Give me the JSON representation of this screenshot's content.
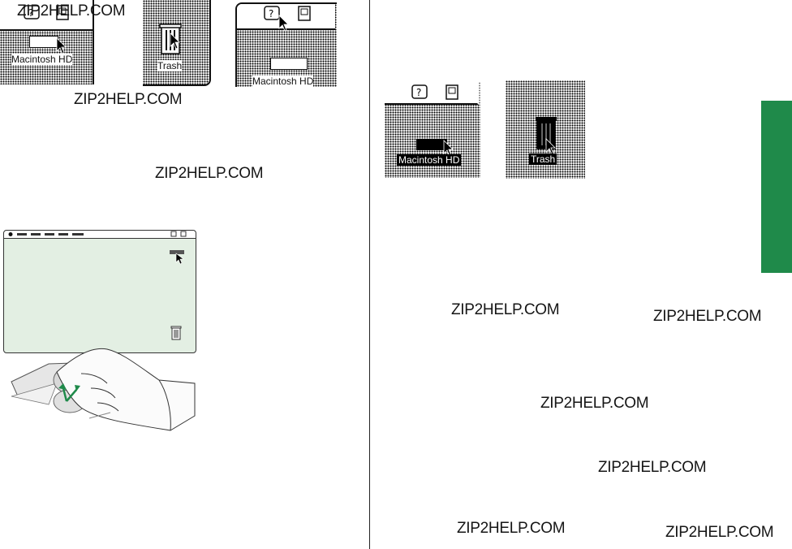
{
  "watermarks": [
    "ZIP2HELP.COM",
    "ZIP2HELP.COM",
    "ZIP2HELP.COM",
    "ZIP2HELP.COM",
    "ZIP2HELP.COM",
    "ZIP2HELP.COM",
    "ZIP2HELP.COM",
    "ZIP2HELP.COM",
    "ZIP2HELP.COM"
  ],
  "panels": {
    "top_left_disk_label": "Macintosh HD",
    "top_middle_trash_label": "Trash",
    "top_right_disk_label": "Macintosh HD",
    "right_disk_label": "Macintosh HD",
    "right_trash_label": "Trash"
  },
  "icons": {
    "help": "help-icon",
    "mac": "mac-icon",
    "trash": "trash-icon",
    "pointer": "arrow-pointer-icon",
    "disk": "hard-disk-icon"
  },
  "colors": {
    "accent_green": "#1f8a4a",
    "screen_tint": "#e3efe3"
  }
}
